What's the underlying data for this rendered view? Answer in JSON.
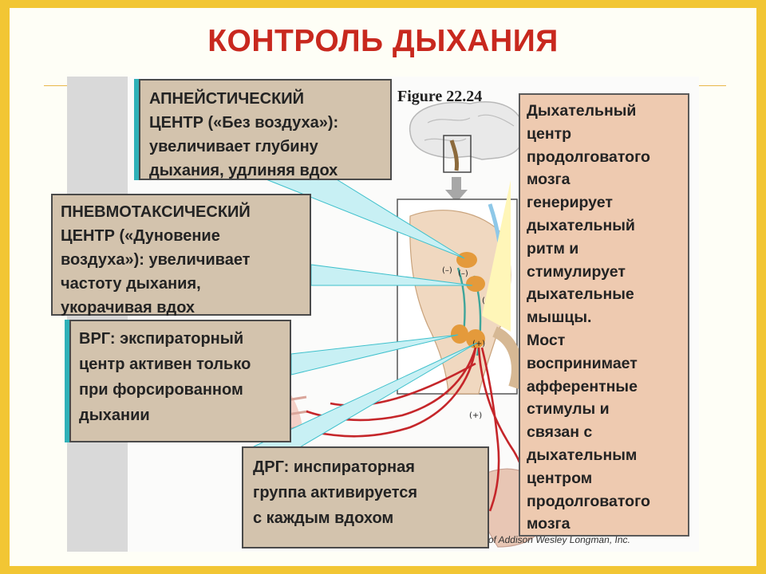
{
  "slide": {
    "title": "КОНТРОЛЬ ДЫХАНИЯ",
    "accent_color": "#c8281e",
    "background_color": "#f2c634"
  },
  "figure": {
    "label": "Figure 22.24",
    "credit": "of Addison Wesley Longman, Inc.",
    "signs": [
      "(–)",
      "(–)",
      "(+)",
      "(+)",
      "(+)"
    ]
  },
  "callouts": {
    "apneustic": "АПНЕЙСТИЧЕСКИЙ\nЦЕНТР («Без воздуха»):\nувеличивает глубину\nдыхания, удлиняя вдох",
    "pneumotaxic": "ПНЕВМОТАКСИЧЕСКИЙ\nЦЕНТР («Дуновение\nвоздуха»): увеличивает\nчастоту дыхания,\nукорачивая вдох",
    "vrg": "ВРГ: экспираторный\nцентр активен только\nпри форсированном\nдыхании",
    "drg": "ДРГ: инспираторная\nгруппа активируется\nс каждым вдохом",
    "respiratory_center": "Дыхательный\nцентр\nпродолговатого\nмозга\nгенерирует\nдыхательный\nритм и\nстимулирует\nдыхательные\nмышцы.\nМост\nвоспринимает\nафферентные\nстимулы и\nсвязан с\nдыхательным\nцентром\nпродолговатого\nмозга"
  }
}
